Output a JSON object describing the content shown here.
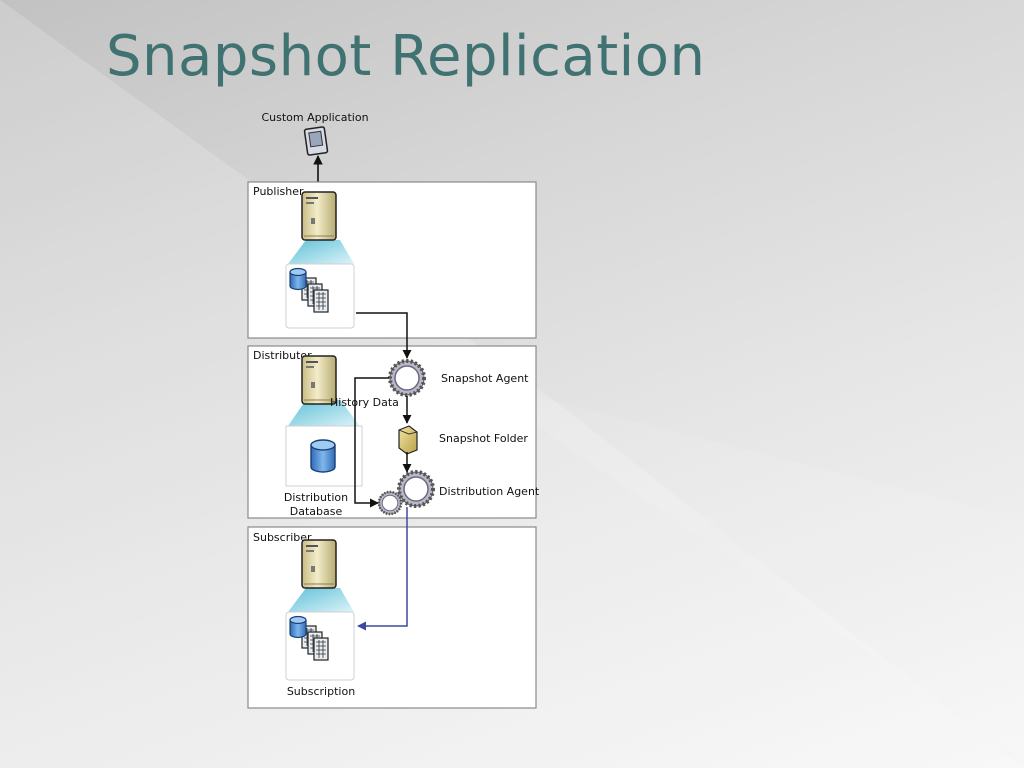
{
  "slide": {
    "title": "Snapshot Replication"
  },
  "diagram": {
    "custom_application": "Custom Application",
    "publisher": {
      "title": "Publisher"
    },
    "distributor": {
      "title": "Distributor",
      "history_data": "History Data",
      "snapshot_agent": "Snapshot Agent",
      "snapshot_folder": "Snapshot Folder",
      "distribution_agent": "Distribution Agent",
      "db_label_line1": "Distribution",
      "db_label_line2": "Database"
    },
    "subscriber": {
      "title": "Subscriber",
      "subscription": "Subscription"
    }
  },
  "colors": {
    "title": "#3f7270",
    "panel_border": "#8a8a8a",
    "beam": "#5fc4da",
    "db_blue": "#4f8fd6",
    "server_beige": "#ece2b4",
    "folder": "#d8c46c",
    "subscriber_arrow": "#3b4aa0",
    "connector": "#111111"
  }
}
